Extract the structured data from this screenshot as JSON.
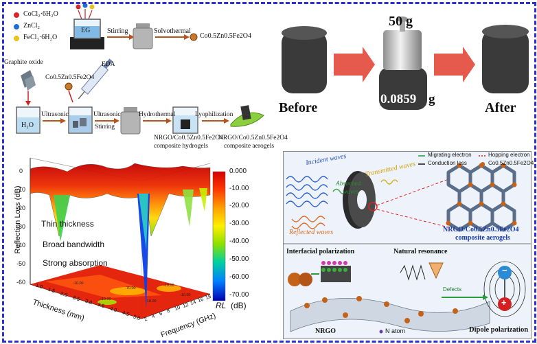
{
  "synthesis": {
    "reagents": [
      "CoCl₂·6H₂O",
      "ZnCl₂",
      "FeCl₃·6H₂O"
    ],
    "reagent_colors": [
      "#d8282a",
      "#1f6fd0",
      "#e6c21e"
    ],
    "eg": "EG",
    "stirring": "Stirring",
    "solvothermal": "Solvothermal",
    "product": "Co0.5Zn0.5Fe2O4",
    "graphite_oxide": "Graphite oxide",
    "particles": "Co0.5Zn0.5Fe2O4",
    "eda": "EDA",
    "h2o": "H₂O",
    "ultrasonic": "Ultrasonic",
    "ultrasonic_stirring_1": "Ultrasonic",
    "ultrasonic_stirring_2": "Stirring",
    "hydrothermal": "Hydrothermal",
    "lyophilization": "Lyophilization",
    "hydrogel_1": "NRGO/Co0.5Zn0.5Fe2O4",
    "hydrogel_2": "composite hydrogels",
    "aerogel_1": "NRGO/Co0.5Zn0.5Fe2O4",
    "aerogel_2": "composite aerogels"
  },
  "photo": {
    "weight": "50 g",
    "mass": "0.0859",
    "mass_unit": "g",
    "before": "Before",
    "after": "After"
  },
  "plot3d": {
    "ylabel": "Reflection Loss (dB)",
    "y_ticks": [
      "0",
      "-10",
      "-20",
      "-30",
      "-40",
      "-50",
      "-60"
    ],
    "x_label": "Thickness (mm)",
    "x_ticks": [
      "1.0",
      "1.5",
      "2.0",
      "2.5",
      "3.0",
      "3.5",
      "4.0",
      "4.5",
      "5.0"
    ],
    "f_label": "Frequency (GHz)",
    "f_ticks": [
      "2",
      "4",
      "6",
      "8",
      "10",
      "12",
      "14",
      "16",
      "18"
    ],
    "annotations": [
      "Thin thickness",
      "Broad bandwidth",
      "Strong absorption"
    ],
    "colorbar_ticks": [
      "0.000",
      "-10.00",
      "-20.00",
      "-30.00",
      "-40.00",
      "-50.00",
      "-60.00",
      "-70.00"
    ],
    "colorbar_title": "RL",
    "colorbar_unit": "(dB)",
    "contour_labels": [
      "-70.00",
      "-10.00",
      "-10.00",
      "-10.00",
      "-10.00",
      "-10.00"
    ]
  },
  "mechanism": {
    "incident": "Incident waves",
    "transmitted": "Transmitted waves",
    "absorbed_1": "Absorbed",
    "absorbed_2": "waves",
    "reflected": "Reflected waves",
    "legend": [
      "Migrating electron",
      "Hopping electron",
      "Conduction loss",
      "Co0.5Zn0.5Fe2O4"
    ],
    "composite_1": "NRGO/Co0.5Zn0.5Fe2O4",
    "composite_2": "composite aerogels",
    "interfacial": "Interfacial polarization",
    "natural": "Natural resonance",
    "defects": "Defects",
    "nrgo": "NRGO",
    "n_atom": "N atom",
    "dipole": "Dipole polarization",
    "minus": "−",
    "plus": "+"
  }
}
